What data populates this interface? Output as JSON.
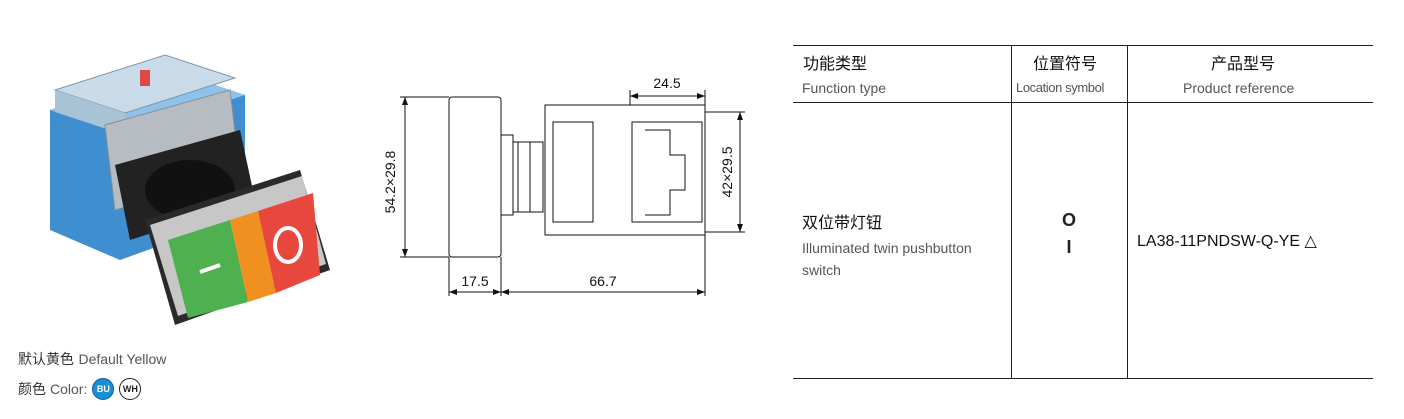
{
  "photo": {
    "alt": "product-photo"
  },
  "captions": {
    "line1_zh": "默认黄色",
    "line1_en": "Default Yellow",
    "line2_zh": "颜色",
    "line2_en": "Color:",
    "swatches": [
      {
        "label": "BU",
        "color": "#1a8fd6"
      },
      {
        "label": "WH",
        "color": "#ffffff"
      }
    ]
  },
  "dimensions": {
    "front": "54.2×29.8",
    "depth_front": "17.5",
    "body_length": "66.7",
    "top_width": "24.5",
    "side": "42×29.5"
  },
  "table": {
    "headers": [
      {
        "zh": "功能类型",
        "en": "Function type"
      },
      {
        "zh": "位置符号",
        "en": "Location symbol"
      },
      {
        "zh": "产品型号",
        "en": "Product reference"
      }
    ],
    "row": {
      "function_zh": "双位带灯钮",
      "function_en": "Illuminated twin pushbutton switch",
      "symbol_top": "O",
      "symbol_bottom": "I",
      "reference": "LA38-11PNDSW-Q-YE △"
    }
  }
}
